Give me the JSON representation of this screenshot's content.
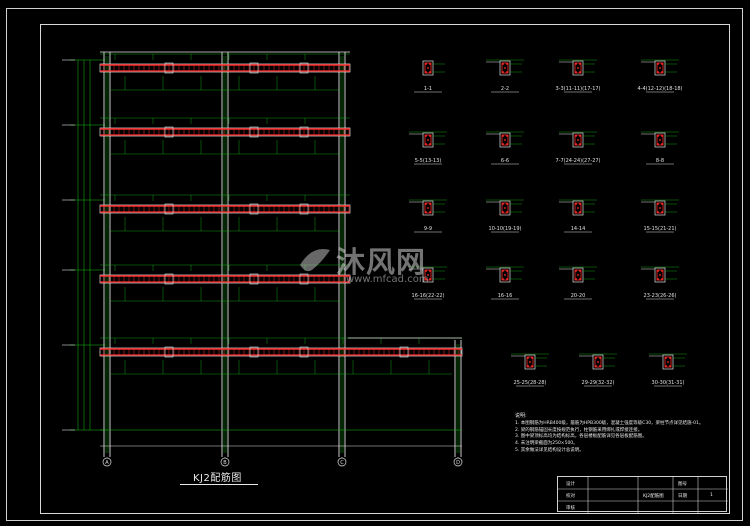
{
  "drawing": {
    "caption": "KJ2配筋图",
    "axis_labels": [
      "A",
      "B",
      "C",
      "D"
    ],
    "section_labels": [
      "1-1",
      "2-2",
      "3-3(11-11)(17-17)",
      "4-4(12-12)(18-18)",
      "5-5(13-13)",
      "6-6",
      "7-7(24-24)(27-27)",
      "8-8",
      "9-9",
      "10-10(19-19)",
      "14-14",
      "15-15(21-21)",
      "16-16(22-22)",
      "16-16",
      "20-20",
      "23-23(26-26)",
      "25-25(28-28)",
      "29-29(32-32)",
      "30-30(31-31)"
    ],
    "notes_title": "说明:",
    "notes": [
      "1. 本图钢筋为HRB400级，箍筋为HPB300级，混凝土强度等级C30，梁柱节点详见结施-01。",
      "2. 梁的钢筋锚固长度按规范执行，柱钢筋采用绑扎或焊接连接。",
      "3. 图中梁顶标高均为结构标高，各层楼板配筋详见各层板配筋图。",
      "4. 未注明梁截面为250×500。",
      "5. 其余做法详见结构设计总说明。"
    ]
  },
  "title_block": {
    "label_1": "设计",
    "label_2": "校对",
    "label_3": "审核",
    "drawing_name": "KJ2配筋图",
    "label_4": "图号",
    "label_5": "日期",
    "page": "1"
  },
  "watermark": {
    "text": "沐风网",
    "url": "www.mfcad.com"
  },
  "colors": {
    "background": "#000000",
    "line_white": "#e0e0e0",
    "line_green": "#19c219",
    "beam_red": "#ff2b2b",
    "dim_green": "#12a812"
  }
}
